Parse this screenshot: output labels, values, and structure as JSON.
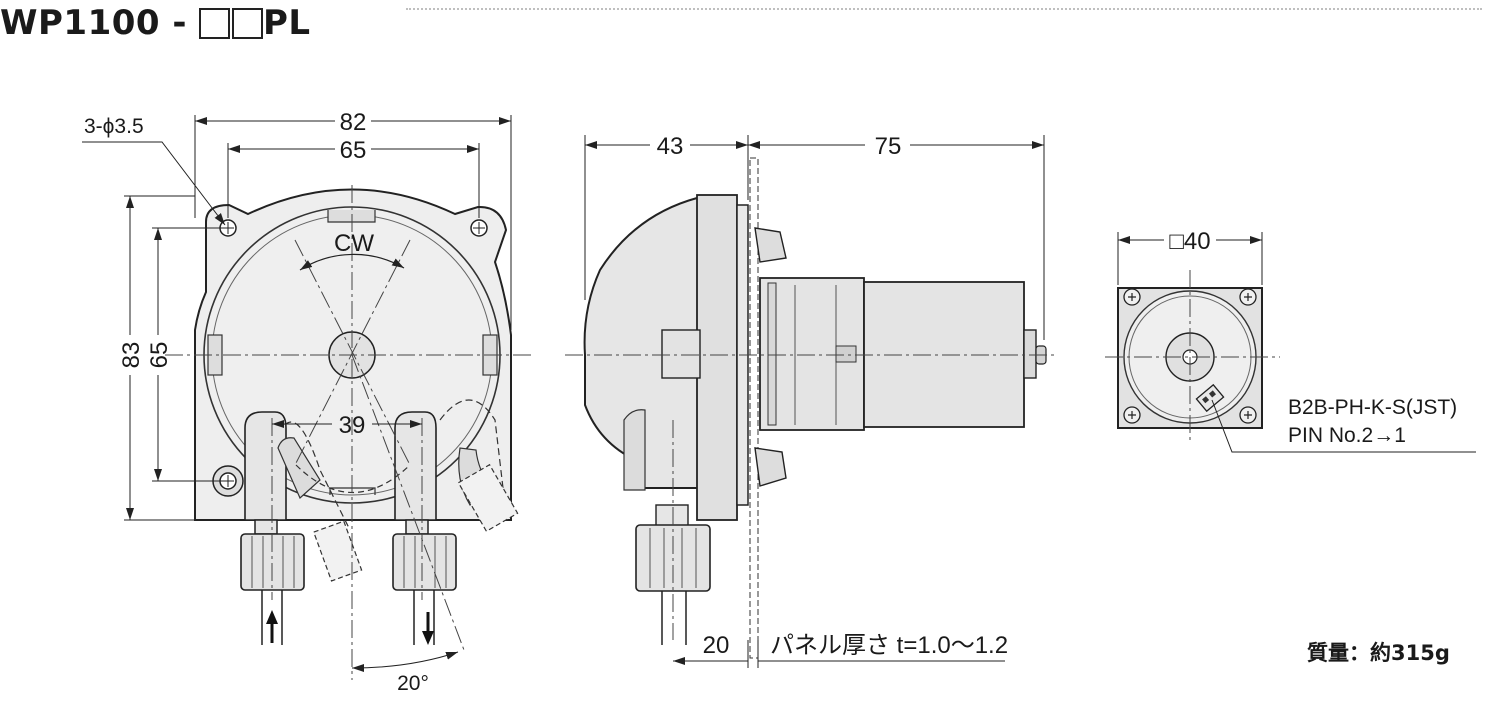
{
  "title": {
    "prefix": "WP1100 -",
    "suffix": "PL"
  },
  "front_view": {
    "hole_label": "3-ϕ3.5",
    "width_overall": "82",
    "width_holes": "65",
    "height_overall": "83",
    "height_holes": "65",
    "rotation": "CW",
    "port_spacing": "39",
    "angle": "20°"
  },
  "side_view": {
    "front_depth": "43",
    "motor_length": "75",
    "panel_offset": "20",
    "panel_label": "パネル厚さ t=1.0～1.2"
  },
  "rear_view": {
    "square_size": "□40",
    "connector_line1": "B2B-PH-K-S(JST)",
    "connector_line2": "PIN No.2→1"
  },
  "mass_label": "質量：約315g"
}
